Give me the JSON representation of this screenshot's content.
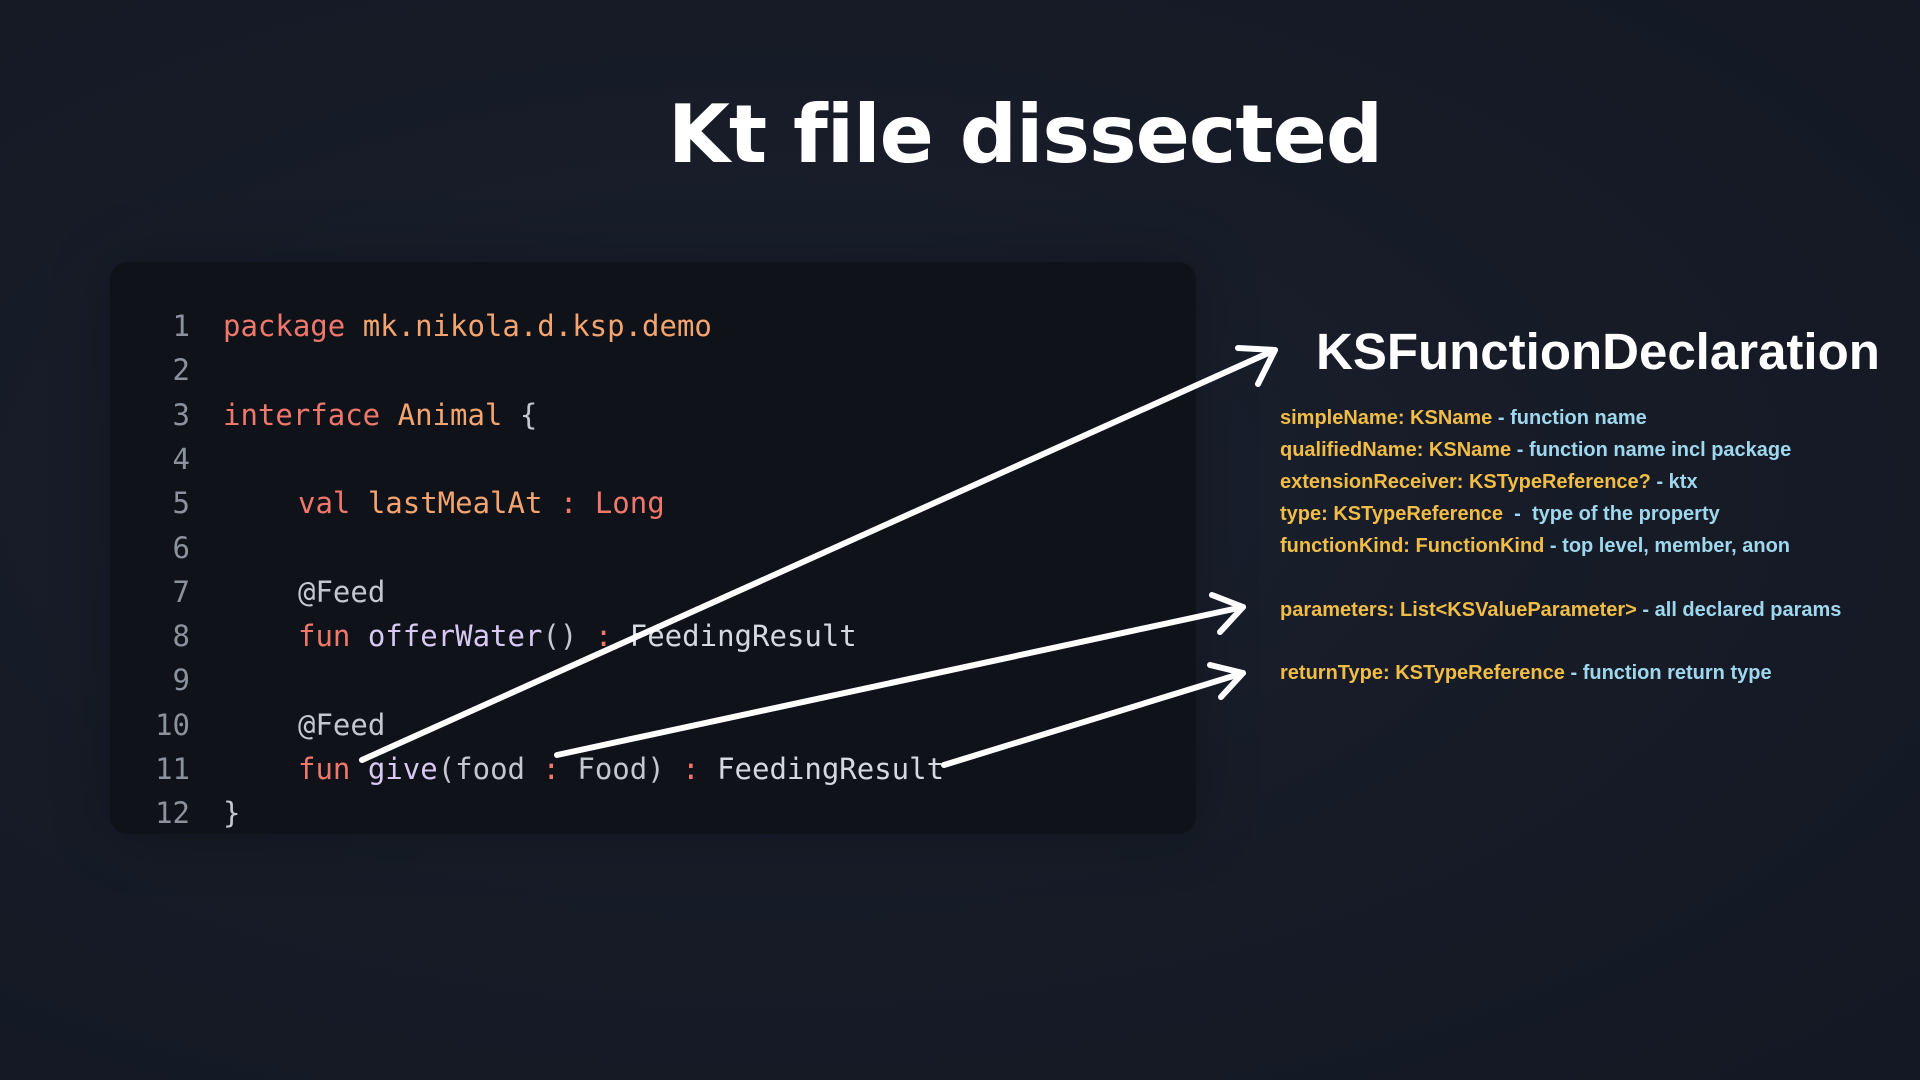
{
  "title": "Kt file dissected",
  "code": {
    "lines": [
      {
        "num": "1",
        "tokens": [
          {
            "t": "package ",
            "c": "kw"
          },
          {
            "t": "mk.nikola.d.ksp.demo",
            "c": "name"
          }
        ]
      },
      {
        "num": "2",
        "tokens": []
      },
      {
        "num": "3",
        "tokens": [
          {
            "t": "interface ",
            "c": "kw"
          },
          {
            "t": "Animal",
            "c": "name"
          },
          {
            "t": " {",
            "c": "punc"
          }
        ]
      },
      {
        "num": "4",
        "tokens": []
      },
      {
        "num": "5",
        "indent": true,
        "tokens": [
          {
            "t": "val ",
            "c": "kw"
          },
          {
            "t": "lastMealAt",
            "c": "name"
          },
          {
            "t": " : ",
            "c": "op"
          },
          {
            "t": "Long",
            "c": "kw"
          }
        ]
      },
      {
        "num": "6",
        "tokens": []
      },
      {
        "num": "7",
        "indent": true,
        "tokens": [
          {
            "t": "@Feed",
            "c": "anno"
          }
        ]
      },
      {
        "num": "8",
        "indent": true,
        "tokens": [
          {
            "t": "fun ",
            "c": "kw"
          },
          {
            "t": "offerWater",
            "c": "fn"
          },
          {
            "t": "() ",
            "c": "punc"
          },
          {
            "t": ": ",
            "c": "op"
          },
          {
            "t": "FeedingResult",
            "c": "type"
          }
        ]
      },
      {
        "num": "9",
        "tokens": []
      },
      {
        "num": "10",
        "indent": true,
        "tokens": [
          {
            "t": "@Feed",
            "c": "anno"
          }
        ]
      },
      {
        "num": "11",
        "indent": true,
        "tokens": [
          {
            "t": "fun ",
            "c": "kw"
          },
          {
            "t": "give",
            "c": "fn"
          },
          {
            "t": "(food ",
            "c": "punc"
          },
          {
            "t": ": ",
            "c": "op"
          },
          {
            "t": "Food) ",
            "c": "punc"
          },
          {
            "t": ": ",
            "c": "op"
          },
          {
            "t": "FeedingResult",
            "c": "type"
          }
        ]
      },
      {
        "num": "12",
        "tokens": [
          {
            "t": "}",
            "c": "punc"
          }
        ]
      }
    ]
  },
  "declaration": {
    "title": "KSFunctionDeclaration",
    "properties": [
      {
        "key": "simpleName: KSName",
        "sep": " - ",
        "desc": "function name"
      },
      {
        "key": "qualifiedName: KSName",
        "sep": " - ",
        "desc": "function name incl package"
      },
      {
        "key": "extensionReceiver: KSTypeReference?",
        "sep": " - ",
        "desc": "ktx"
      },
      {
        "key": "type: KSTypeReference",
        "sep": "  -  ",
        "desc": "type of the property"
      },
      {
        "key": "functionKind: FunctionKind",
        "sep": " - ",
        "desc": "top level, member, anon"
      },
      {
        "key": "parameters: List<KSValueParameter>",
        "sep": " - ",
        "desc": "all declared params"
      },
      {
        "key": "returnType: KSTypeReference",
        "sep": " - ",
        "desc": "function return type"
      }
    ]
  },
  "colors": {
    "background": "#161b26",
    "code_background": "#0f1218",
    "keyword": "#f0776b",
    "identifier": "#f4a46e",
    "function_name": "#d8c8f4",
    "property_key": "#f2bd45",
    "property_desc": "#9fd8ee",
    "arrow": "#ffffff"
  }
}
